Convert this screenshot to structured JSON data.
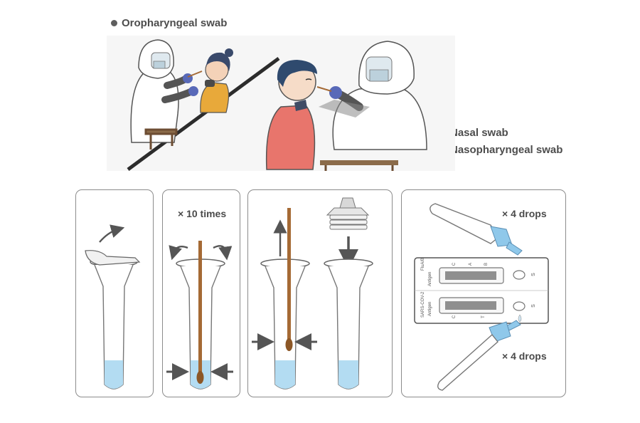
{
  "header": {
    "oropharyngeal_label": "Oropharyngeal swab",
    "nasal_label": "Nasal swab",
    "nasopharyngeal_label": "Nasopharyngeal swab"
  },
  "steps": {
    "step2_times": "× 10 times",
    "step4_drops_top": "× 4 drops",
    "step4_drops_bottom": "× 4 drops"
  },
  "cassette": {
    "top": {
      "name": "FluA/B",
      "sub": "Antigen",
      "marks": [
        "C",
        "A",
        "B"
      ],
      "well": "S"
    },
    "bottom": {
      "name": "SARS-COV-2",
      "sub": "Antigen",
      "marks": [
        "C",
        "T"
      ],
      "well": "S"
    }
  },
  "colors": {
    "liquid": "#b3dcf2",
    "swab": "#a56a35",
    "dropper_cap": "#8fc8ea",
    "frame": "#8c8c8c",
    "arrow": "#555555"
  }
}
